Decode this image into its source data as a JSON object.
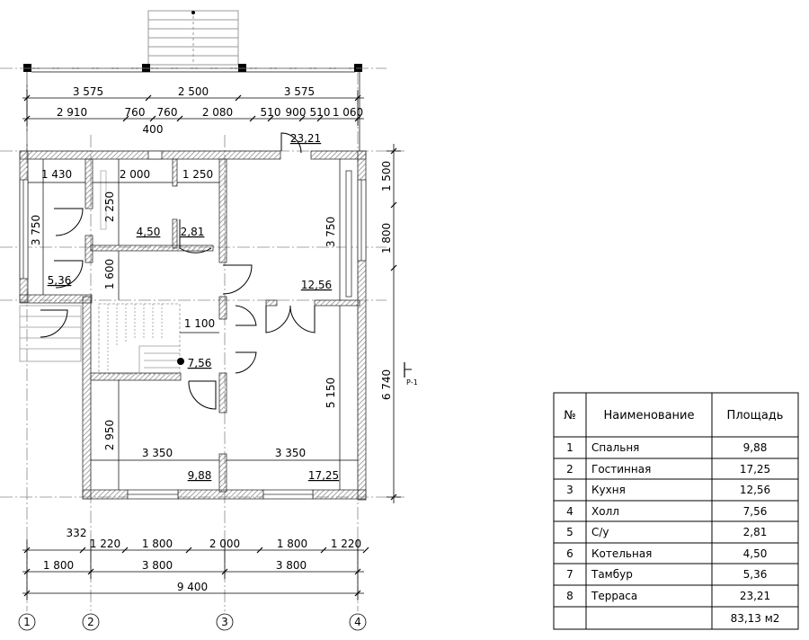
{
  "dimensions": {
    "top1": [
      "3 575",
      "2 500",
      "3 575"
    ],
    "top2": [
      "2 910",
      "760",
      "760",
      "2 080",
      "510",
      "900",
      "510",
      "1 060"
    ],
    "terrace_depth": "400",
    "right_outer": [
      "1 500",
      "1 800",
      "6 740"
    ],
    "bottom1_offset": "332",
    "bottom1": [
      "1 220",
      "1 800",
      "2 000",
      "1 800",
      "1 220"
    ],
    "bottom2": [
      "1 800",
      "3 800",
      "3 800"
    ],
    "bottom3": "9 400",
    "inner": {
      "tambur_w": "1 430",
      "tambur_h": "3 750",
      "boiler_w": "2 000",
      "boiler_h": "2 250",
      "wc_w": "1 250",
      "corridor_h": "1 600",
      "kitchen_h": "3 750",
      "hall_w": "1 100",
      "bedroom_h": "2 950",
      "bedroom_w": "3 350",
      "living_w": "3 350",
      "living_h": "5 150"
    }
  },
  "room_areas": {
    "terrace": "23,21",
    "boiler": "4,50",
    "wc": "2,81",
    "tambur": "5,36",
    "kitchen": "12,56",
    "hall": "7,56",
    "bedroom": "9,88",
    "living": "17,25"
  },
  "axes": [
    "1",
    "2",
    "3",
    "4"
  ],
  "section_mark": "Р-1",
  "table": {
    "headers": {
      "num": "№",
      "name": "Наименование",
      "area": "Площадь"
    },
    "rows": [
      {
        "num": "1",
        "name": "Спальня",
        "area": "9,88"
      },
      {
        "num": "2",
        "name": "Гостинная",
        "area": "17,25"
      },
      {
        "num": "3",
        "name": "Кухня",
        "area": "12,56"
      },
      {
        "num": "4",
        "name": "Холл",
        "area": "7,56"
      },
      {
        "num": "5",
        "name": "С/у",
        "area": "2,81"
      },
      {
        "num": "6",
        "name": "Котельная",
        "area": "4,50"
      },
      {
        "num": "7",
        "name": "Тамбур",
        "area": "5,36"
      },
      {
        "num": "8",
        "name": "Терраса",
        "area": "23,21"
      }
    ],
    "total": "83,13 м2"
  }
}
